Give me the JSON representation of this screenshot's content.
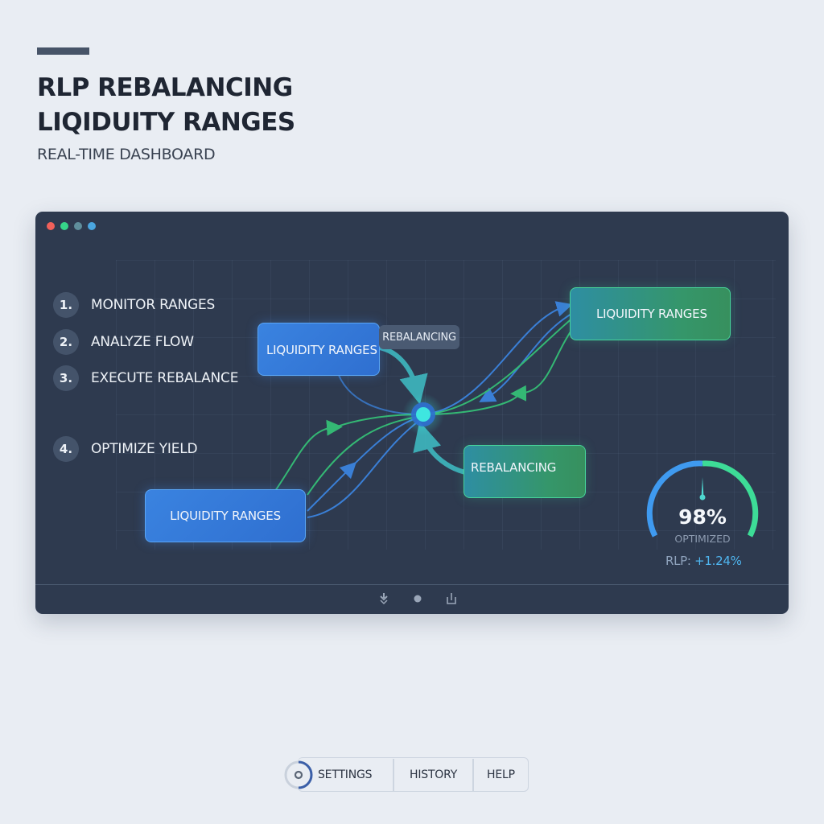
{
  "header": {
    "title_line1": "RLP REBALANCING",
    "title_line2": "LIQIDUITY RANGES",
    "subtitle": "REAL-TIME DASHBOARD"
  },
  "window": {
    "traffic_lights": [
      {
        "name": "red",
        "color": "#f0605a"
      },
      {
        "name": "green",
        "color": "#36d68a"
      },
      {
        "name": "teal",
        "color": "#5f8e9c"
      },
      {
        "name": "blue",
        "color": "#4aa6e0"
      }
    ],
    "steps": [
      {
        "number": "1.",
        "label": "MONITOR RANGES"
      },
      {
        "number": "2.",
        "label": "ANALYZE FLOW"
      },
      {
        "number": "3.",
        "label": "EXECUTE REBALANCE"
      },
      {
        "number": "4.",
        "label": "OPTIMIZE YIELD"
      }
    ],
    "diagram": {
      "nodes": [
        {
          "id": "top-left",
          "label": "LIQUIDITY RANGES",
          "style": "blue"
        },
        {
          "id": "top-right",
          "label": "LIQUIDITY RANGES",
          "style": "green"
        },
        {
          "id": "bottom-left",
          "label": "LIQUIDITY RANGES",
          "style": "blue"
        },
        {
          "id": "bottom-right",
          "label": "REBALANCING",
          "style": "green"
        }
      ],
      "chip_label": "REBALANCING",
      "hub": "central-hub"
    },
    "gauge": {
      "value": "98%",
      "label": "OPTIMIZED",
      "percent": 98,
      "colors": {
        "left": "#3f9af0",
        "right": "#3ddc97",
        "needle": "#4fd8d0"
      }
    },
    "rlp": {
      "label": "RLP:",
      "value": "+1.24%"
    },
    "footer_icons": [
      "download-icon",
      "dot-icon",
      "share-icon"
    ]
  },
  "bottom_nav": {
    "items": [
      {
        "label": "SETTINGS",
        "icon": "gear-icon"
      },
      {
        "label": "HISTORY"
      },
      {
        "label": "HELP"
      }
    ]
  },
  "colors": {
    "background": "#e9edf3",
    "panel": "#2e3a4f",
    "blue_flow": "#3a7fd6",
    "green_flow": "#34b874",
    "teal_flow": "#3fbfc6",
    "hub": "#3ee6e0"
  }
}
